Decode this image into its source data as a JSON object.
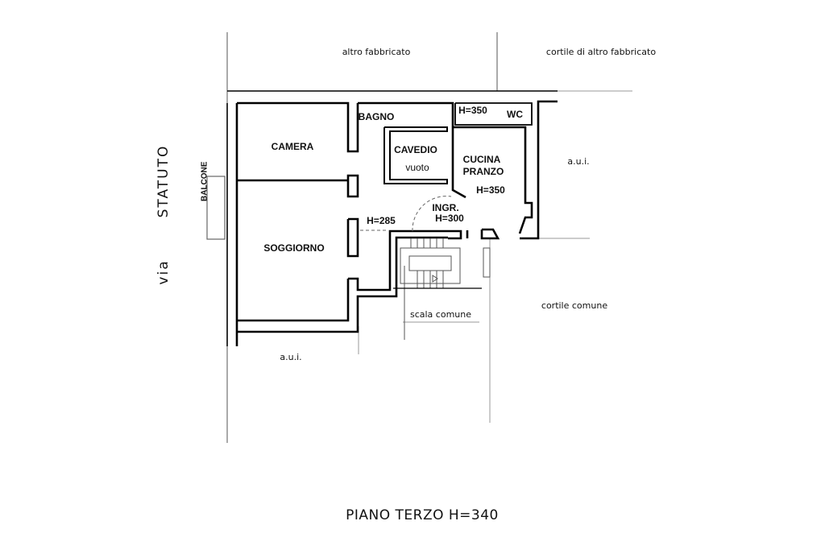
{
  "plan": {
    "title": "PIANO TERZO H=340",
    "street": {
      "prefix": "via",
      "name": "STATUTO"
    },
    "surroundings": {
      "top_left": "altro fabbricato",
      "top_right": "cortile di altro fabbricato",
      "right": "a.u.i.",
      "bottom_left": "a.u.i.",
      "bottom_right": "cortile comune",
      "stairs": "scala comune"
    },
    "rooms": {
      "camera": "CAMERA",
      "soggiorno": "SOGGIORNO",
      "bagno": "BAGNO",
      "cavedio": "CAVEDIO",
      "cavedio_note": "vuoto",
      "cucina_1": "CUCINA",
      "cucina_2": "PRANZO",
      "cucina_height": "H=350",
      "wc": "WC",
      "wc_height": "H=350",
      "ingresso": "INGR.",
      "ingresso_height": "H=300",
      "corridor_height": "H=285",
      "balcone": "BALCONE"
    }
  }
}
